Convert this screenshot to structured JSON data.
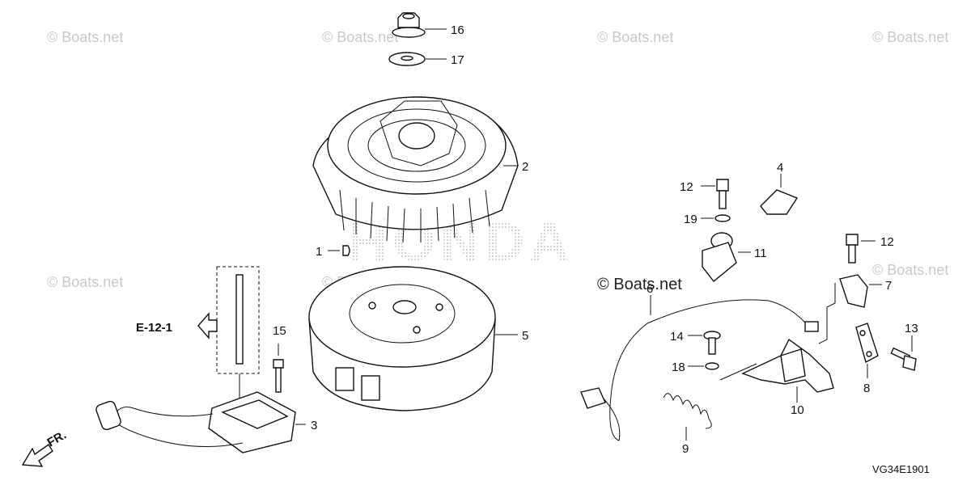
{
  "watermark": {
    "text": "© Boats.net",
    "brand_word": "HONDA"
  },
  "reference": {
    "label": "E-12-1",
    "forward_label": "FR."
  },
  "diagram_code": "VG34E1901",
  "callouts": {
    "p1": "1",
    "p2": "2",
    "p3": "3",
    "p4": "4",
    "p5": "5",
    "p6": "6",
    "p7": "7",
    "p8": "8",
    "p9": "9",
    "p10": "10",
    "p11": "11",
    "p12a": "12",
    "p12b": "12",
    "p13": "13",
    "p14": "14",
    "p15": "15",
    "p16": "16",
    "p17": "17",
    "p18": "18",
    "p19": "19"
  },
  "colors": {
    "line": "#111111",
    "watermark": "#c9c9c9",
    "stipple": "#9a9a9a"
  }
}
